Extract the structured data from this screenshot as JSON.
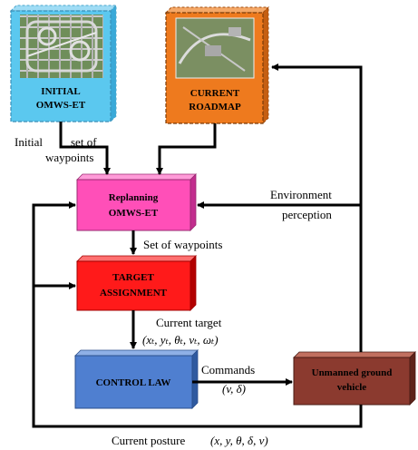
{
  "blocks": {
    "initial": {
      "line1": "INITIAL",
      "line2": "OMWS-ET",
      "fill": "#5bc8ef"
    },
    "current_roadmap": {
      "line1": "CURRENT",
      "line2": "ROADMAP",
      "fill": "#ee7a1e"
    },
    "replanning": {
      "line1": "Replanning",
      "line2": "OMWS-ET",
      "fill": "#ff4fb8"
    },
    "target": {
      "line1": "TARGET",
      "line2": "ASSIGNMENT",
      "fill": "#ff1a1a"
    },
    "control": {
      "line1": "CONTROL LAW",
      "fill": "#4f7fd0"
    },
    "vehicle": {
      "line1": "Unmanned ground",
      "line2": "vehicle",
      "fill": "#8b3a2f"
    }
  },
  "labels": {
    "initial": "Initial",
    "set_of": "set of",
    "waypoints": "waypoints",
    "environment": "Environment",
    "perception": "perception",
    "set_of_waypoints": "Set of waypoints",
    "current_target": "Current target",
    "target_tuple": "(xₜ, yₜ, θₜ, vₜ, ωₜ)",
    "commands": "Commands",
    "commands_tuple": "(v, δ)",
    "current_posture": "Current posture",
    "posture_tuple": "(x, y, θ, δ, v)"
  }
}
